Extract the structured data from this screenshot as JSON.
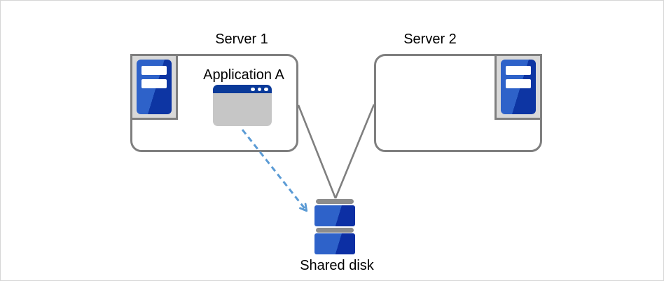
{
  "diagram": {
    "title": "shared disk cluster diagram",
    "server1": {
      "label": "Server 1"
    },
    "server2": {
      "label": "Server 2"
    },
    "application": {
      "label": "Application A"
    },
    "shared_disk": {
      "label": "Shared disk"
    }
  },
  "icons": {
    "server_tower": "server-tower-icon",
    "app_window": "application-window-icon",
    "disk_stack": "shared-disk-icon"
  },
  "colors": {
    "box_border_gray": "#7f7f7f",
    "connector_gray": "#7f7f7f",
    "arrow_blue": "#5b9bd5",
    "icon_frame_gray": "#d9d9d9",
    "tower_blue_light": "#2e62c9",
    "tower_blue_dark": "#0d35a3",
    "titlebar_blue": "#0a3a99",
    "window_body_gray": "#c6c6c6",
    "disk_bar_gray": "#8c8c8c",
    "canvas_border": "#d6d6d6"
  }
}
